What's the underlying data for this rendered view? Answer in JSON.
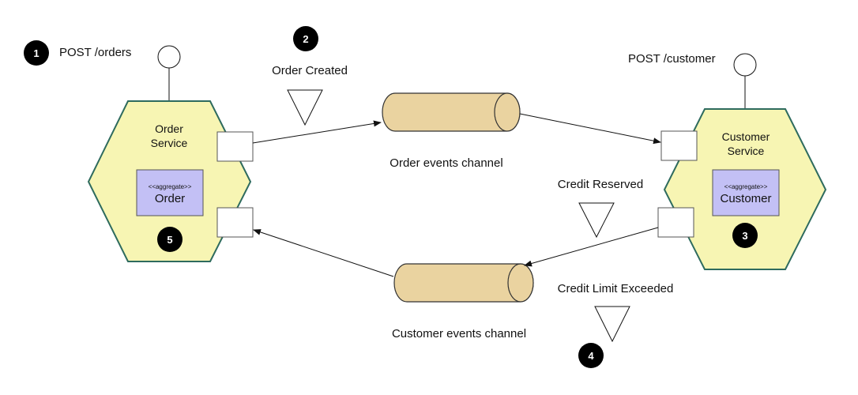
{
  "steps": [
    {
      "number": "1",
      "label": "POST /orders"
    },
    {
      "number": "2",
      "label": "Order Created"
    },
    {
      "number": "3"
    },
    {
      "number": "4"
    },
    {
      "number": "5"
    }
  ],
  "order_service": {
    "title_line1": "Order",
    "title_line2": "Service",
    "aggregate_stereotype": "<<aggregate>>",
    "aggregate_name": "Order"
  },
  "customer_service": {
    "title_line1": "Customer",
    "title_line2": "Service",
    "aggregate_stereotype": "<<aggregate>>",
    "aggregate_name": "Customer",
    "endpoint_label": "POST /customer"
  },
  "channels": {
    "order_events": "Order events channel",
    "customer_events": "Customer events channel"
  },
  "events": {
    "credit_reserved": "Credit Reserved",
    "credit_limit_exceeded": "Credit Limit Exceeded"
  },
  "colors": {
    "hexagon_fill": "#f7f5b3",
    "hexagon_stroke": "#2e6b5e",
    "aggregate_fill": "#c3c0f5",
    "channel_fill": "#ead3a0",
    "badge": "#000000"
  }
}
